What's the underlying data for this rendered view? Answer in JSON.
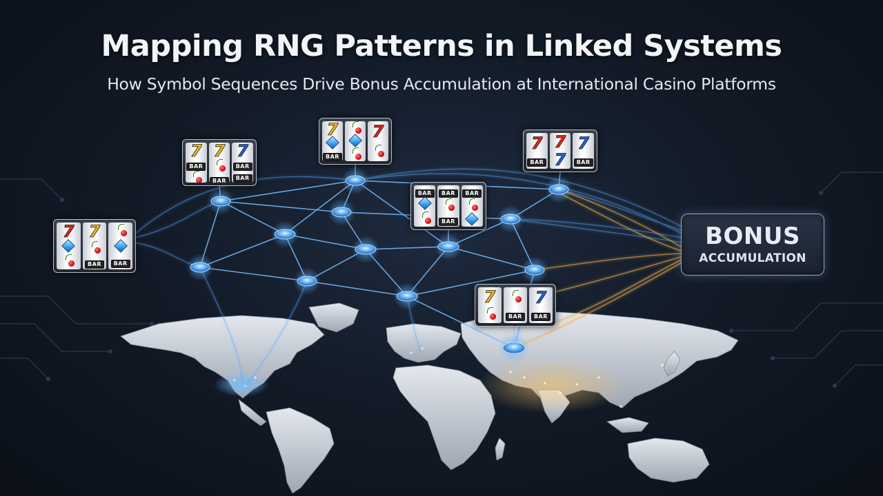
{
  "title": "Mapping RNG Patterns in Linked Systems",
  "subtitle": "How Symbol Sequences Drive Bonus Accumulation at International Casino Platforms",
  "bonus": {
    "main": "BONUS",
    "sub": "ACCUMULATION"
  },
  "symbols": {
    "bar_label": "BAR"
  },
  "colors": {
    "node_glow": "#4aa8ff",
    "link_blue": "#5aa9ff",
    "link_gold": "#f0b34a",
    "map_land": "#cfd4dc",
    "map_glow_asia": "#f2c06a"
  },
  "reel_panels": [
    {
      "id": "p1",
      "reels": [
        [
          "seven-red",
          "diamond",
          "cherry"
        ],
        [
          "seven-gold",
          "cherry",
          "bar"
        ],
        [
          "cherry",
          "diamond",
          "bar"
        ]
      ]
    },
    {
      "id": "p2",
      "reels": [
        [
          "seven-gold",
          "bar",
          "cherry"
        ],
        [
          "seven-gold",
          "cherry",
          "bar"
        ],
        [
          "seven-blue",
          "bar",
          "bar"
        ]
      ]
    },
    {
      "id": "p3",
      "reels": [
        [
          "seven-gold",
          "diamond",
          "bar"
        ],
        [
          "cherry",
          "diamond",
          "cherry"
        ],
        [
          "seven-red",
          "cherry"
        ]
      ]
    },
    {
      "id": "p4",
      "reels": [
        [
          "bar",
          "diamond",
          "cherry"
        ],
        [
          "bar",
          "cherry",
          "bar"
        ],
        [
          "bar",
          "cherry",
          "diamond"
        ]
      ]
    },
    {
      "id": "p5",
      "reels": [
        [
          "seven-red",
          "bar"
        ],
        [
          "seven-red",
          "seven-blue"
        ],
        [
          "seven-blue",
          "bar"
        ]
      ]
    },
    {
      "id": "p6",
      "reels": [
        [
          "seven-gold",
          "cherry"
        ],
        [
          "cherry",
          "bar"
        ],
        [
          "seven-blue",
          "bar"
        ]
      ]
    }
  ]
}
